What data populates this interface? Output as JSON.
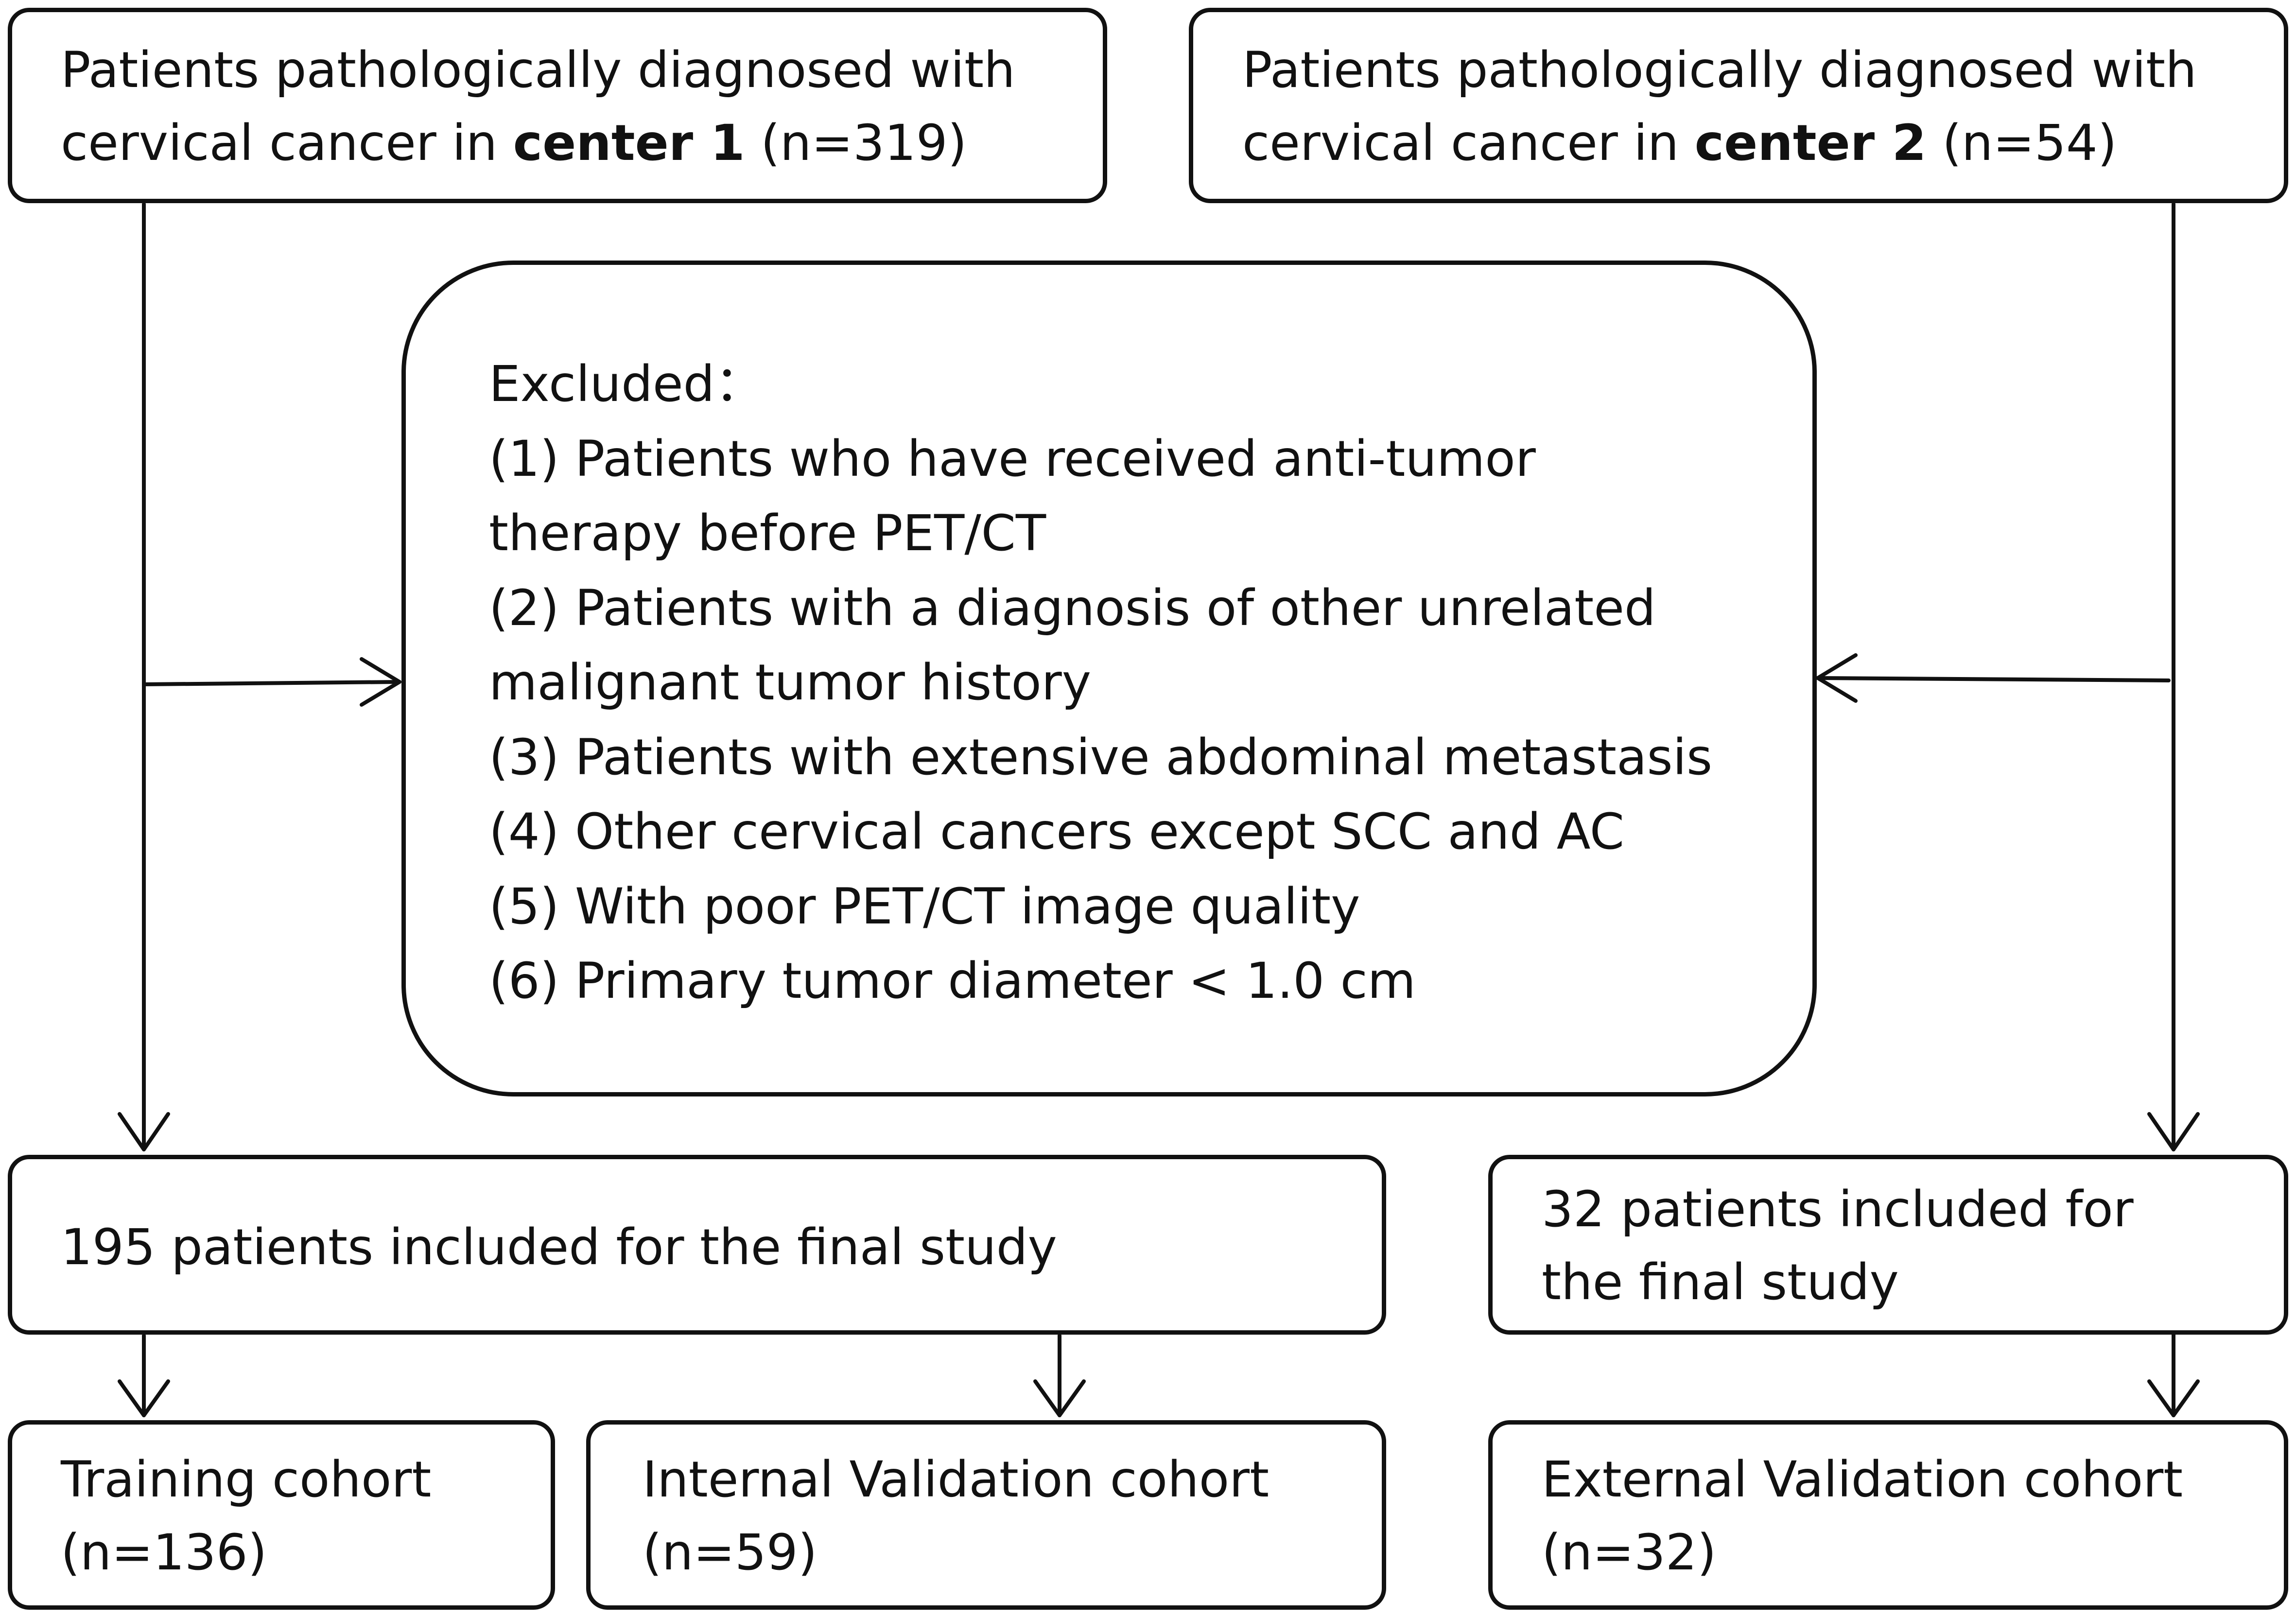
{
  "center1": {
    "line1": "Patients pathologically diagnosed with",
    "line2_prefix": "cervical cancer in ",
    "line2_bold": "center 1",
    "line2_suffix": " (n=319)"
  },
  "center2": {
    "line1": "Patients pathologically diagnosed with",
    "line2_prefix": "cervical cancer in ",
    "line2_bold": "center 2",
    "line2_suffix": " (n=54)"
  },
  "excluded": {
    "title": "Excluded：",
    "lines": [
      "(1) Patients who have received anti-tumor",
      "therapy before PET/CT",
      "(2) Patients with a diagnosis of other unrelated",
      "malignant tumor history",
      "(3) Patients with extensive abdominal metastasis",
      "(4) Other cervical cancers except SCC and AC",
      "(5) With poor PET/CT image quality",
      "(6) Primary tumor diameter  < 1.0 cm"
    ]
  },
  "included1": {
    "text": "195 patients included for the final study"
  },
  "included2": {
    "line1": "32 patients included for",
    "line2": "the final study"
  },
  "training": {
    "line1": "Training cohort",
    "line2": "(n=136)"
  },
  "internal": {
    "line1": "Internal Validation cohort",
    "line2": "(n=59)"
  },
  "external": {
    "line1": "External Validation cohort",
    "line2": "(n=32)"
  }
}
